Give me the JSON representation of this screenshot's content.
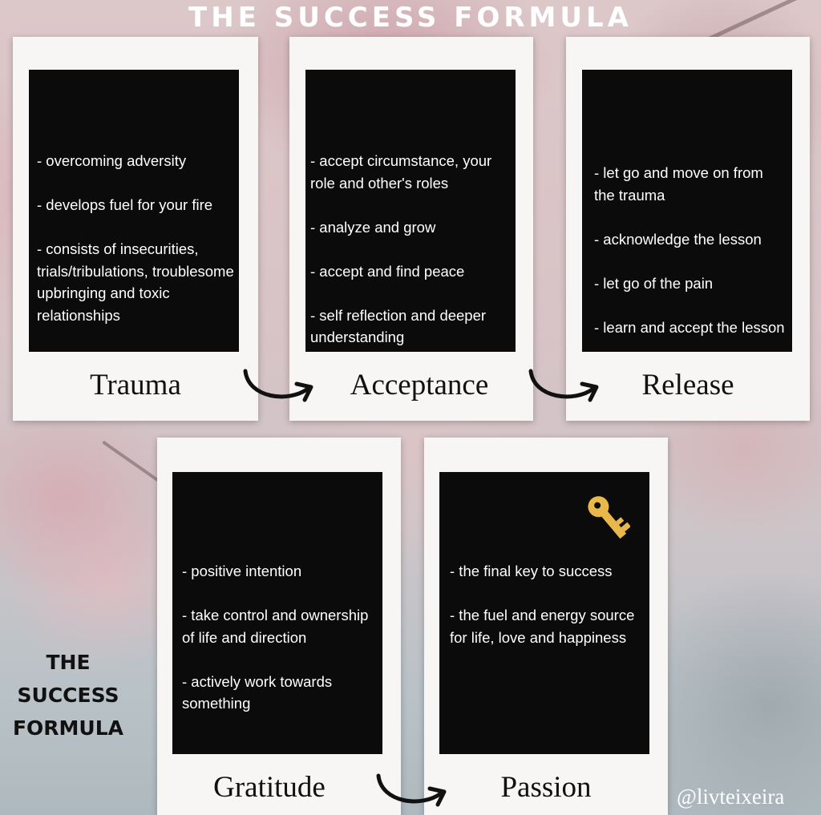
{
  "title": "THE SUCCESS FORMULA",
  "side_title": [
    "THE",
    "SUCCESS",
    "FORMULA"
  ],
  "handle": "@livteixeira",
  "cards": [
    {
      "label": "Trauma",
      "lines": [
        "- overcoming adversity",
        "- develops fuel for your fire",
        "- consists of insecurities, trials/tribulations, troublesome upbringing and toxic relationships"
      ]
    },
    {
      "label": "Acceptance",
      "lines": [
        "- accept circumstance, your role and other's roles",
        "- analyze and grow",
        "- accept and find peace",
        "- self reflection and deeper understanding"
      ]
    },
    {
      "label": "Release",
      "lines": [
        "- let go and move on from the trauma",
        "- acknowledge the lesson",
        "- let go of the pain",
        "- learn and accept the lesson"
      ]
    },
    {
      "label": "Gratitude",
      "lines": [
        "- positive intention",
        "- take control and ownership of life and direction",
        "- actively work towards something"
      ]
    },
    {
      "label": "Passion",
      "icon": "key-icon",
      "lines": [
        "- the final key to success",
        "- the fuel and energy source for life, love and happiness"
      ]
    }
  ],
  "colors": {
    "panel": "#0b0b0b",
    "card": "#f7f6f4",
    "key": "#e8b84a"
  }
}
